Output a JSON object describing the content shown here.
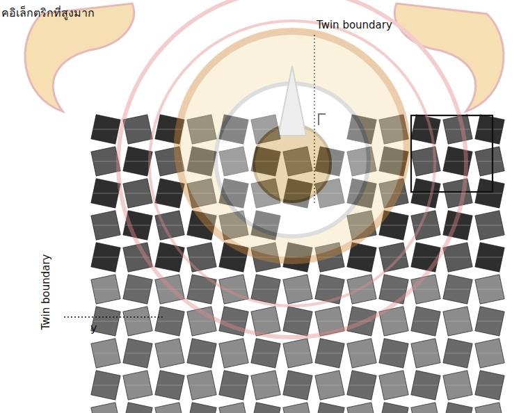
{
  "diagram": {
    "labels": [
      "คอิเล็กตริกที่สูงมาก",
      "Twin boundary",
      "Twin boundary",
      "y"
    ]
  }
}
